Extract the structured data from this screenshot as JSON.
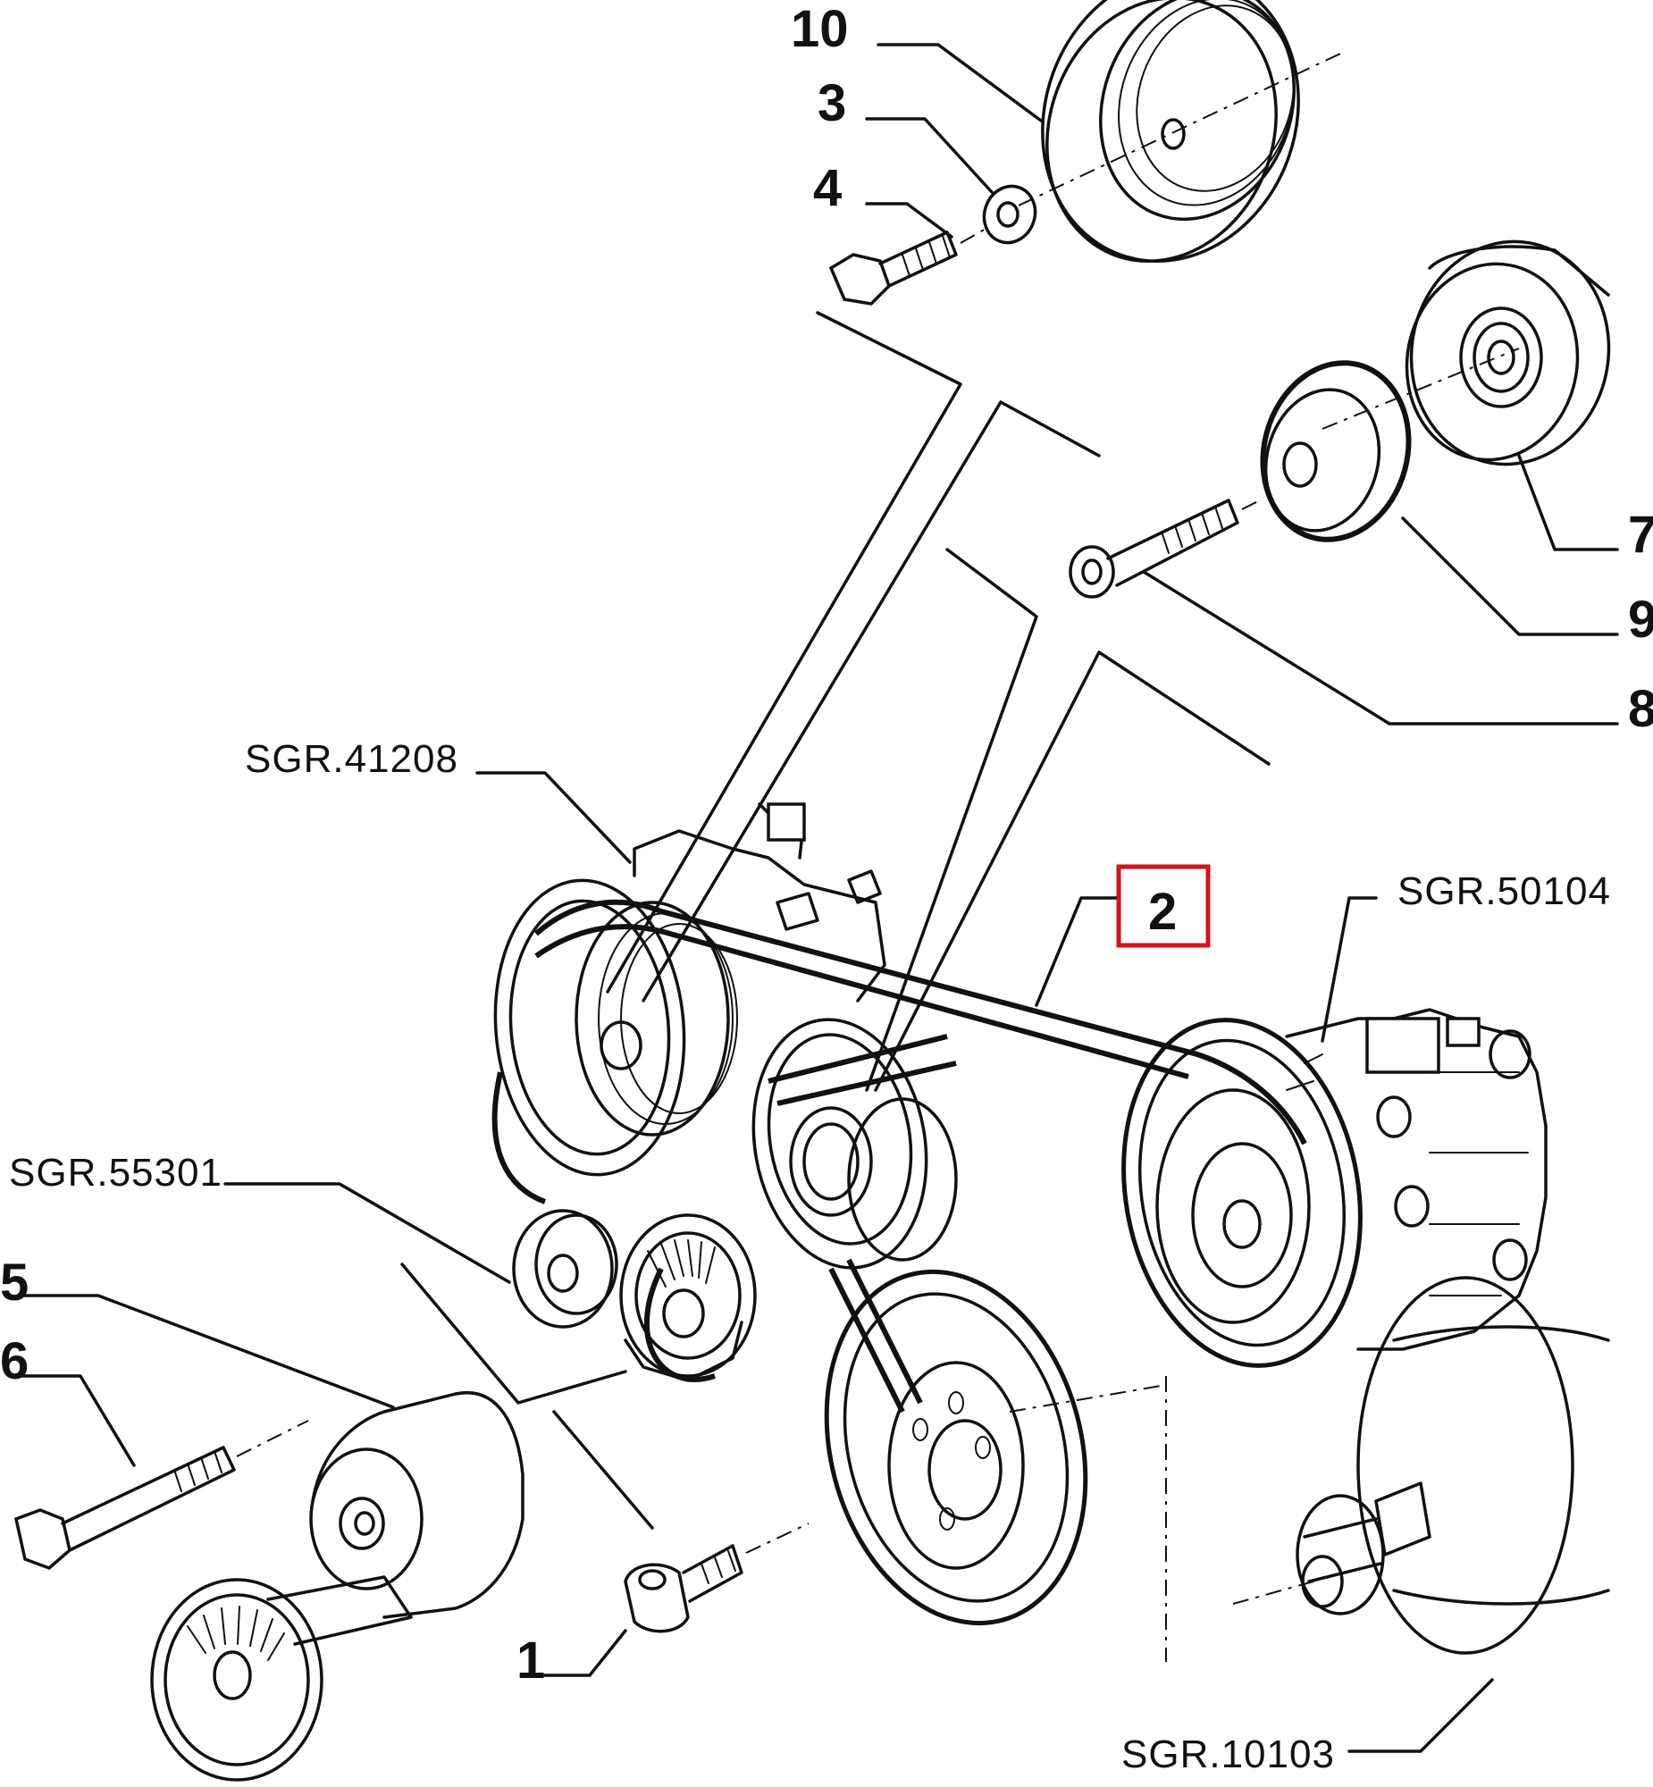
{
  "diagram": {
    "callouts": {
      "c1": "1",
      "c2": "2",
      "c3": "3",
      "c4": "4",
      "c5": "5",
      "c6": "6",
      "c7": "7",
      "c8": "8",
      "c9": "9",
      "c10": "10"
    },
    "references": {
      "r41208": "SGR.41208",
      "r55301": "SGR.55301",
      "r50104": "SGR.50104",
      "r10103": "SGR.10103"
    },
    "highlight_color": "#d0151b",
    "highlighted_callout": "2"
  }
}
